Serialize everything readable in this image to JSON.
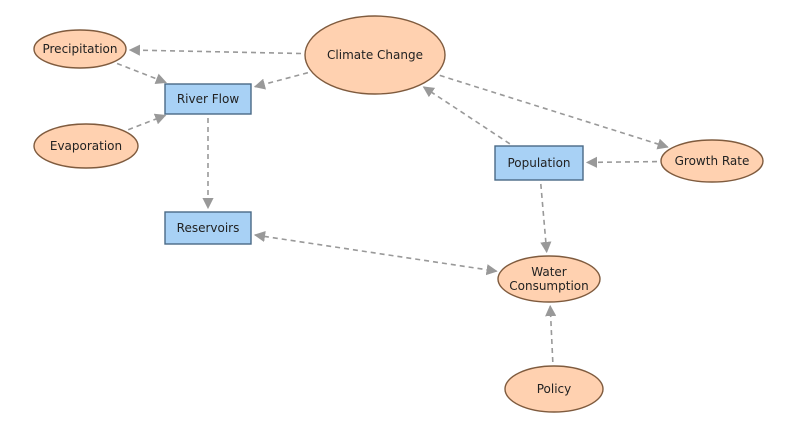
{
  "colors": {
    "oval_fill": "#ffd1b0",
    "oval_stroke": "#7f5b3e",
    "rect_fill": "#a8d1f5",
    "rect_stroke": "#4a6a86",
    "edge": "#999999"
  },
  "nodes": {
    "precipitation": {
      "shape": "ellipse",
      "label": [
        "Precipitation"
      ]
    },
    "evaporation": {
      "shape": "ellipse",
      "label": [
        "Evaporation"
      ]
    },
    "climate_change": {
      "shape": "ellipse",
      "label": [
        "Climate Change"
      ]
    },
    "river_flow": {
      "shape": "rect",
      "label": [
        "River Flow"
      ]
    },
    "reservoirs": {
      "shape": "rect",
      "label": [
        "Reservoirs"
      ]
    },
    "population": {
      "shape": "rect",
      "label": [
        "Population"
      ]
    },
    "growth_rate": {
      "shape": "ellipse",
      "label": [
        "Growth Rate"
      ]
    },
    "water_consumption": {
      "shape": "ellipse",
      "label": [
        "Water",
        "Consumption"
      ]
    },
    "policy": {
      "shape": "ellipse",
      "label": [
        "Policy"
      ]
    }
  },
  "edges": [
    {
      "from": "climate_change",
      "to": "precipitation"
    },
    {
      "from": "climate_change",
      "to": "river_flow"
    },
    {
      "from": "precipitation",
      "to": "river_flow"
    },
    {
      "from": "evaporation",
      "to": "river_flow"
    },
    {
      "from": "river_flow",
      "to": "reservoirs"
    },
    {
      "from": "reservoirs",
      "to": "water_consumption",
      "bidirectional": true
    },
    {
      "from": "population",
      "to": "climate_change"
    },
    {
      "from": "climate_change",
      "to": "growth_rate"
    },
    {
      "from": "growth_rate",
      "to": "population"
    },
    {
      "from": "population",
      "to": "water_consumption"
    },
    {
      "from": "policy",
      "to": "water_consumption"
    }
  ]
}
